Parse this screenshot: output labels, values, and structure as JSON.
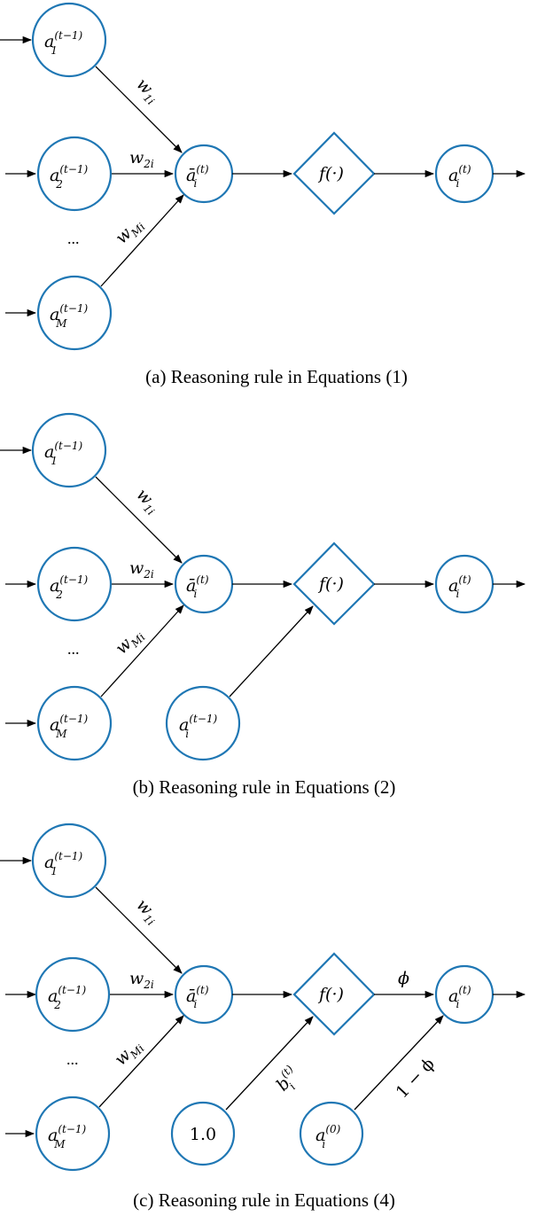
{
  "panels": [
    {
      "caption": "(a) Reasoning rule in Equations (1)"
    },
    {
      "caption": "(b) Reasoning rule in Equations (2)"
    },
    {
      "caption": "(c) Reasoning rule in Equations (4)"
    }
  ],
  "labels": {
    "a1_base": "a",
    "a1_sub": "1",
    "a1_sup": "(t−1)",
    "a2_base": "a",
    "a2_sub": "2",
    "a2_sup": "(t−1)",
    "aM_base": "a",
    "aM_sub": "M",
    "aM_sup": "(t−1)",
    "abar_base": "ā",
    "abar_sub": "i",
    "abar_sup": "(t)",
    "f": "f(·)",
    "out_base": "a",
    "out_sub": "i",
    "out_sup": "(t)",
    "ai_prev_base": "a",
    "ai_prev_sub": "i",
    "ai_prev_sup": "(t−1)",
    "w1_base": "w",
    "w1_sub": "1i",
    "w2_base": "w",
    "w2_sub": "2i",
    "wM_base": "w",
    "wM_sub": "Mi",
    "ellipsis": "...",
    "one": "1.0",
    "b_base": "b",
    "b_sub": "i",
    "b_sup": "(t)",
    "a0_base": "a",
    "a0_sub": "i",
    "a0_sup": "(0)",
    "phi": "ϕ",
    "one_minus_phi": "1 − ϕ"
  },
  "colors": {
    "node_stroke": "#1f77b4",
    "edge": "#000000"
  }
}
